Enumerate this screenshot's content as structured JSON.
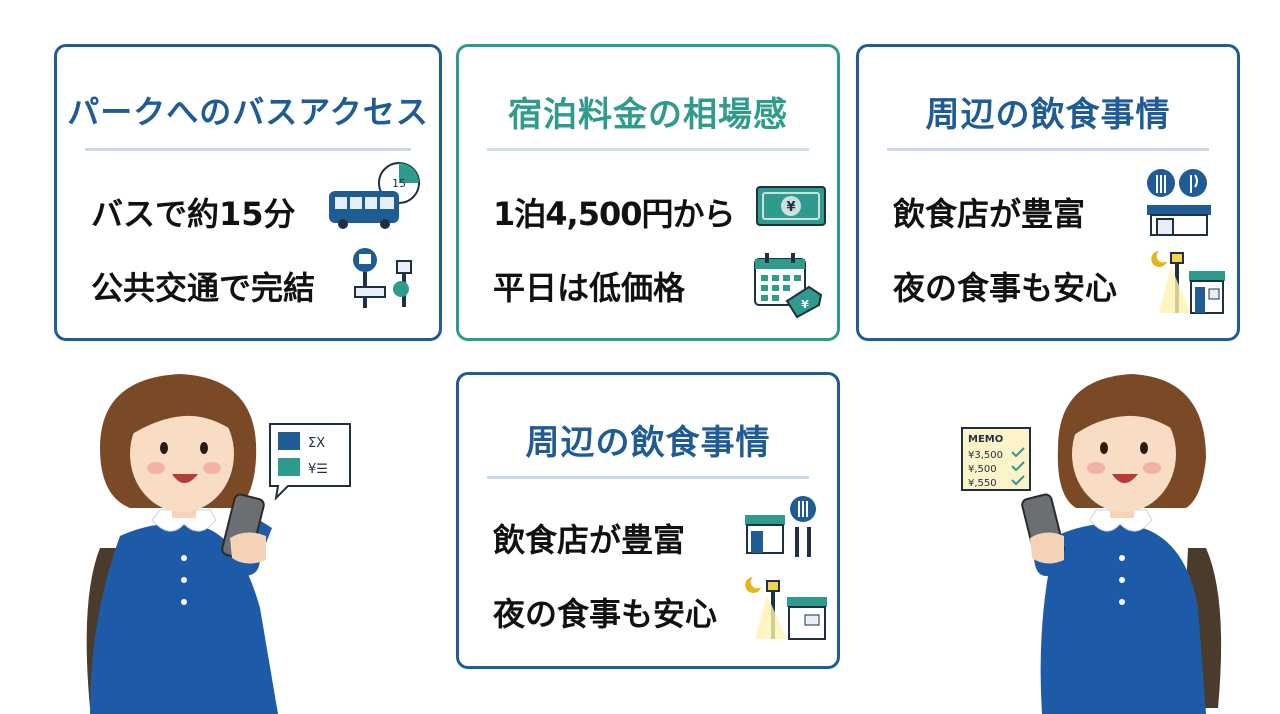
{
  "cards": [
    {
      "title": "パークへのバスアクセス",
      "lines": [
        "バスで約15分",
        "公共交通で完結"
      ],
      "icons": [
        "bus-clock-icon",
        "bus-stop-icon"
      ],
      "clock_label": "15"
    },
    {
      "title": "宿泊料金の相場感",
      "lines": [
        "1泊4,500円から",
        "平日は低価格"
      ],
      "icons": [
        "yen-banknote-icon",
        "calendar-price-tag-icon"
      ]
    },
    {
      "title": "周辺の飲食事情",
      "lines": [
        "飲食店が豊富",
        "夜の食事も安心"
      ],
      "icons": [
        "restaurant-icon",
        "night-shop-icon"
      ]
    },
    {
      "title": "周辺の飲食事情",
      "lines": [
        "飲食店が豊富",
        "夜の食事も安心"
      ],
      "icons": [
        "restaurant-icon",
        "night-shop-icon"
      ]
    }
  ],
  "left_bubble": {
    "row1": "ΣⅩ",
    "row2": "¥☰"
  },
  "memo": {
    "title": "MEMO",
    "items": [
      "¥3,500",
      "¥,500",
      "¥,550"
    ]
  },
  "colors": {
    "navy": "#1f5b94",
    "teal": "#2e9b8c",
    "uniform": "#1d5aa8",
    "hair": "#7a4a26"
  }
}
